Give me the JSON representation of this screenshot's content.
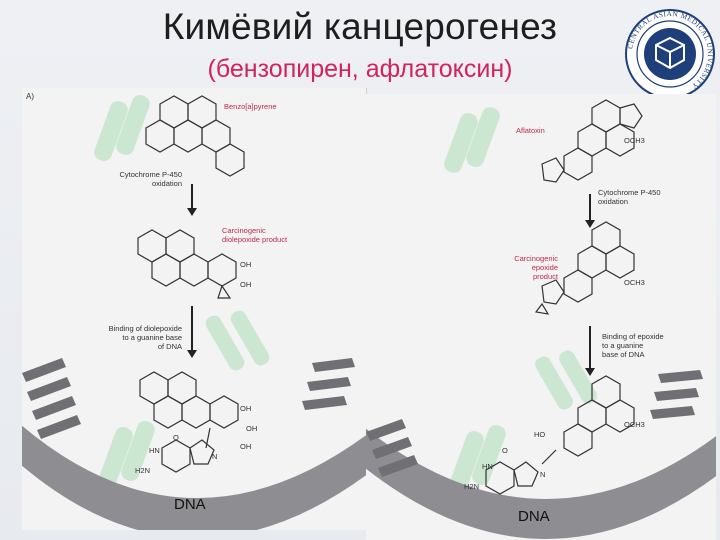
{
  "slide": {
    "title": "Кимёвий канцерогенез",
    "subtitle": "(бензопирен, афлатоксин)"
  },
  "logo": {
    "seal_text": "CENTRAL ASIAN MEDICAL UNIVERSITY",
    "brand_color": "#1f3f7a"
  },
  "left_panel": {
    "panel_label": "A)",
    "compound": "Benzo[a]pyrene",
    "step1": [
      "Cytochrome P-450",
      "oxidation"
    ],
    "product": [
      "Carcinogenic",
      "diolepoxide product"
    ],
    "step2": [
      "Binding of diolepoxide",
      "to a guanine base",
      "of DNA"
    ],
    "oh_labels": [
      "OH",
      "OH",
      "OH",
      "OH",
      "OH"
    ],
    "guanine": {
      "o": "O",
      "hn": "HN",
      "n": "N",
      "h2n": "H2N"
    },
    "dna": "DNA"
  },
  "right_panel": {
    "compound": "Aflatoxin",
    "och3": "OCH3",
    "step1": [
      "Cytochrome P-450",
      "oxidation"
    ],
    "product": [
      "Carcinogenic",
      "epoxide",
      "product"
    ],
    "step2": [
      "Binding of epoxide",
      "to a guanine",
      "base of DNA"
    ],
    "ho": "HO",
    "guanine": {
      "o": "O",
      "hn": "HN",
      "n": "N",
      "h2n": "H2N"
    },
    "dna": "DNA"
  },
  "colors": {
    "accent_red": "#c0284f",
    "subtitle": "#d0245c",
    "dna_band": "#8e8e92"
  }
}
